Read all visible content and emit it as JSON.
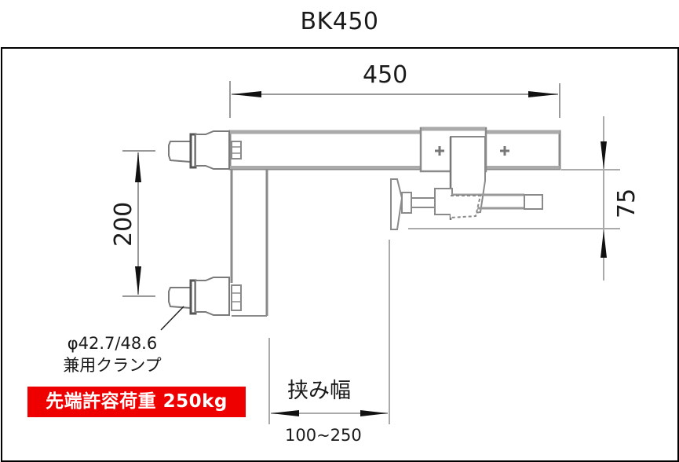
{
  "title": "BK450",
  "dimensions": {
    "overall_length": "450",
    "clamp_spacing": "200",
    "jaw_offset": "75",
    "jaw_label": "挟み幅",
    "jaw_range": "100~250"
  },
  "clamp_note": {
    "line1": "φ42.7/48.6",
    "line2": "兼用クランプ"
  },
  "load_badge": {
    "text": "先端許容荷重 250kg",
    "background": "#ee0000",
    "color": "#ffffff"
  },
  "colors": {
    "line": "#8a8a8a",
    "dark_line": "#1a1a1a",
    "frame": "#000000"
  }
}
